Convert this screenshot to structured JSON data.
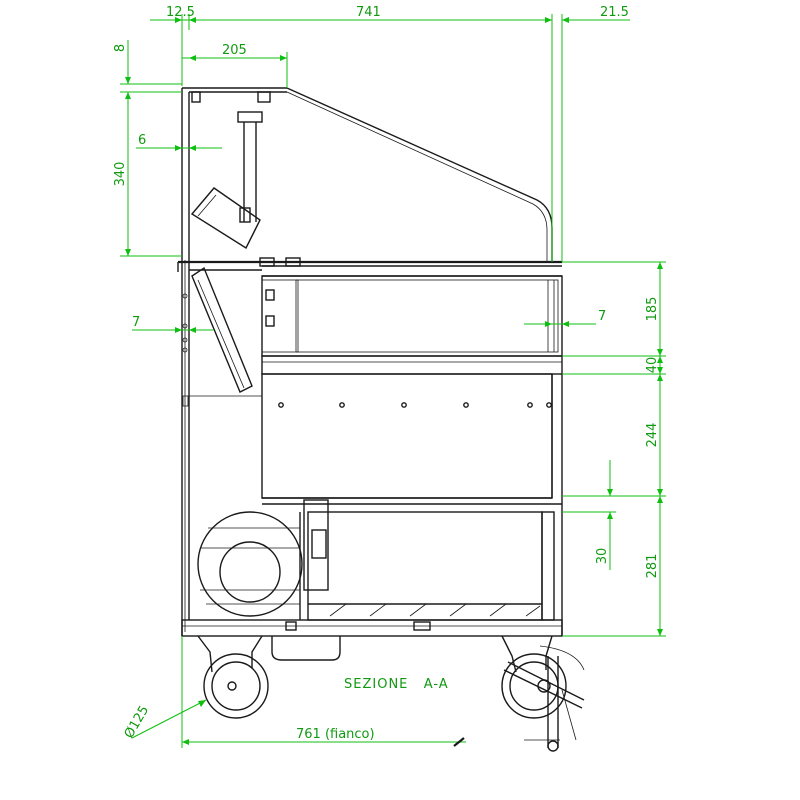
{
  "drawing": {
    "title": "SEZIONE   A-A",
    "colors": {
      "dimension": "#0fbf0f",
      "outline": "#1a1a1a",
      "background": "#ffffff"
    },
    "dimensions": {
      "top_left_offset": "12.5",
      "overall_width": "741",
      "top_right_offset": "21.5",
      "top_height": "8",
      "canopy_width": "205",
      "glass_offset": "6",
      "canopy_height": "340",
      "left_thickness": "7",
      "right_thickness": "7",
      "tank_height": "185",
      "slab_height": "40",
      "middle_height": "244",
      "shelf_offset": "30",
      "bottom_height": "281",
      "wheel_diameter": "Ø125",
      "side_width": "761 (fianco)"
    }
  }
}
